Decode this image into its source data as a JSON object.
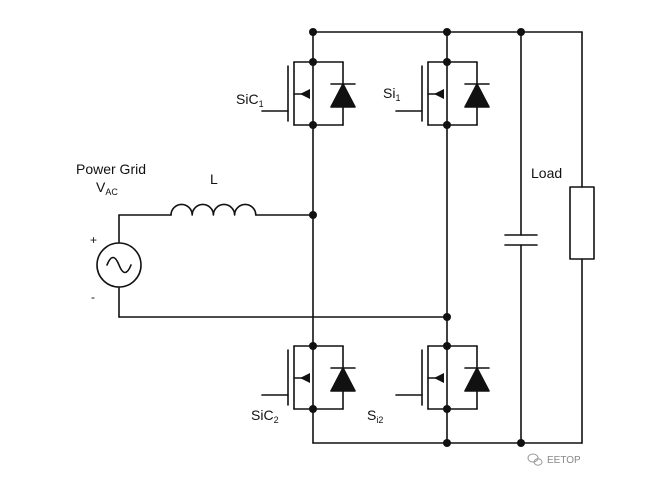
{
  "source": {
    "label_line1": "Power Grid",
    "label_line2_main": "V",
    "label_line2_sub": "AC",
    "plus": "+",
    "minus": "-"
  },
  "inductor": {
    "label": "L"
  },
  "switches": {
    "sic1": {
      "main": "SiC",
      "sub": "1"
    },
    "si1": {
      "main": "Si",
      "sub": "1"
    },
    "sic2": {
      "main": "SiC",
      "sub": "2"
    },
    "si2": {
      "main": "S",
      "sub": "i2"
    }
  },
  "load": {
    "label": "Load"
  },
  "watermark": {
    "icon": "wechat-icon",
    "text": "EETOP"
  },
  "colors": {
    "wire": "#111111",
    "background": "#ffffff",
    "watermark": "#888888"
  }
}
